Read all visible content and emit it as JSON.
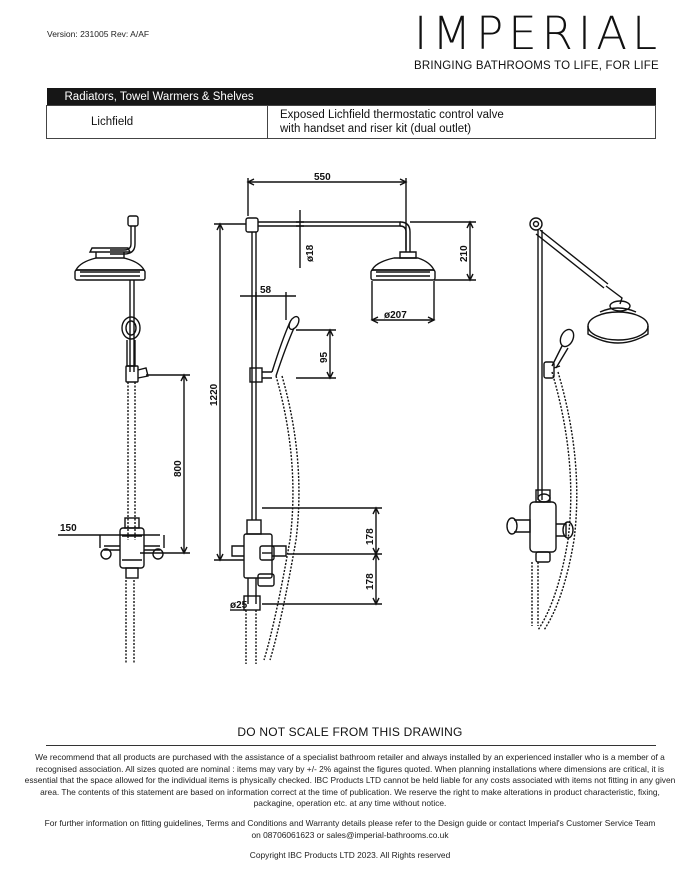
{
  "header": {
    "version": "Version: 231005 Rev: A/AF",
    "brand_name": "IMPERIAL",
    "brand_tagline": "BRINGING BATHROOMS TO LIFE, FOR LIFE"
  },
  "product_table": {
    "category": "Radiators, Towel Warmers & Shelves",
    "name": "Lichfield",
    "description_line1": "Exposed Lichfield thermostatic control valve",
    "description_line2": "with handset and riser kit (dual outlet)"
  },
  "dimensions": {
    "arm_length": "550",
    "arm_tube": "ø18",
    "arm_height": "210",
    "head_diameter": "ø207",
    "bracket_offset": "58",
    "handset_height": "95",
    "riser_height": "1220",
    "outlet_height": "800",
    "valve_width": "150",
    "valve_upper": "178",
    "valve_lower": "178",
    "inlet_diameter": "ø25"
  },
  "notice": "DO NOT SCALE FROM THIS DRAWING",
  "disclaimer": "We recommend that all products are purchased with the assistance of a specialist bathroom retailer and always installed by an experienced installer who is a member of a recognised association. All sizes quoted are nominal : items may vary by +/- 2% against the figures quoted. When planning installations where dimensions are critical, it is essential that the space allowed for the individual items is physically checked. IBC Products LTD cannot be held liable for any costs associated with items not fitting in any given area. The contents of this statement are based on information correct at the time of publication. We reserve the right to make alterations in product characteristic, fixing, packagine, operation etc. at any time without notice.",
  "further_info": "For further information on fitting guidelines, Terms and Conditions and Warranty details please refer to the Design guide or contact Imperial's Customer Service Team on 08706061623 or sales@imperial-bathrooms.co.uk",
  "copyright": "Copyright IBC Products LTD 2023. All Rights reserved"
}
